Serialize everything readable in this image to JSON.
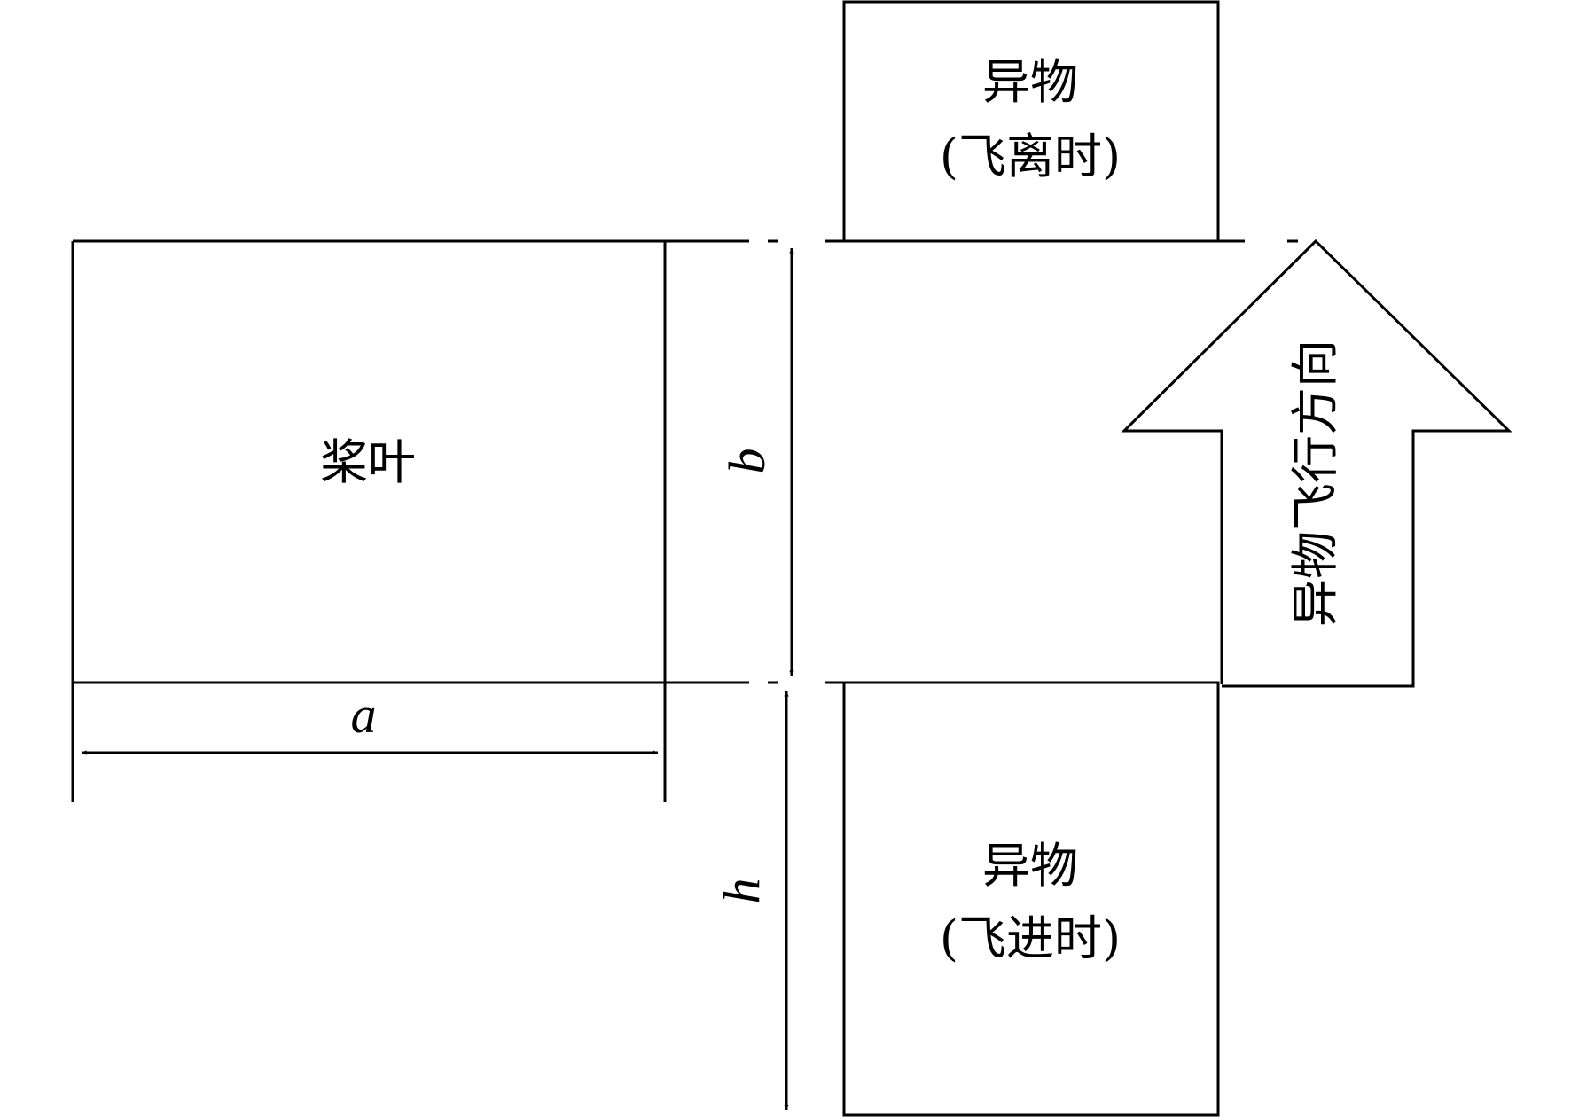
{
  "blade": {
    "label": "桨叶"
  },
  "object_exit": {
    "line1": "异物",
    "line2": "(飞离时)"
  },
  "object_enter": {
    "line1": "异物",
    "line2": "(飞进时)"
  },
  "direction_arrow": {
    "label": "异物飞行方向"
  },
  "dimensions": {
    "a": "a",
    "b": "b",
    "h": "h"
  }
}
